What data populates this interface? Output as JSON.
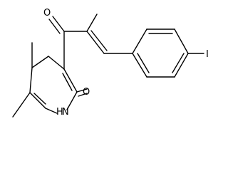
{
  "molecule": {
    "atoms": {
      "carbonyl_oxygen": "O",
      "ring_oxygen": "O",
      "nitrogen": "N",
      "nitrogen_h": "H",
      "iodine": "I"
    }
  },
  "colors": {
    "bond": "#000000",
    "text": "#000000",
    "background": "#ffffff"
  }
}
